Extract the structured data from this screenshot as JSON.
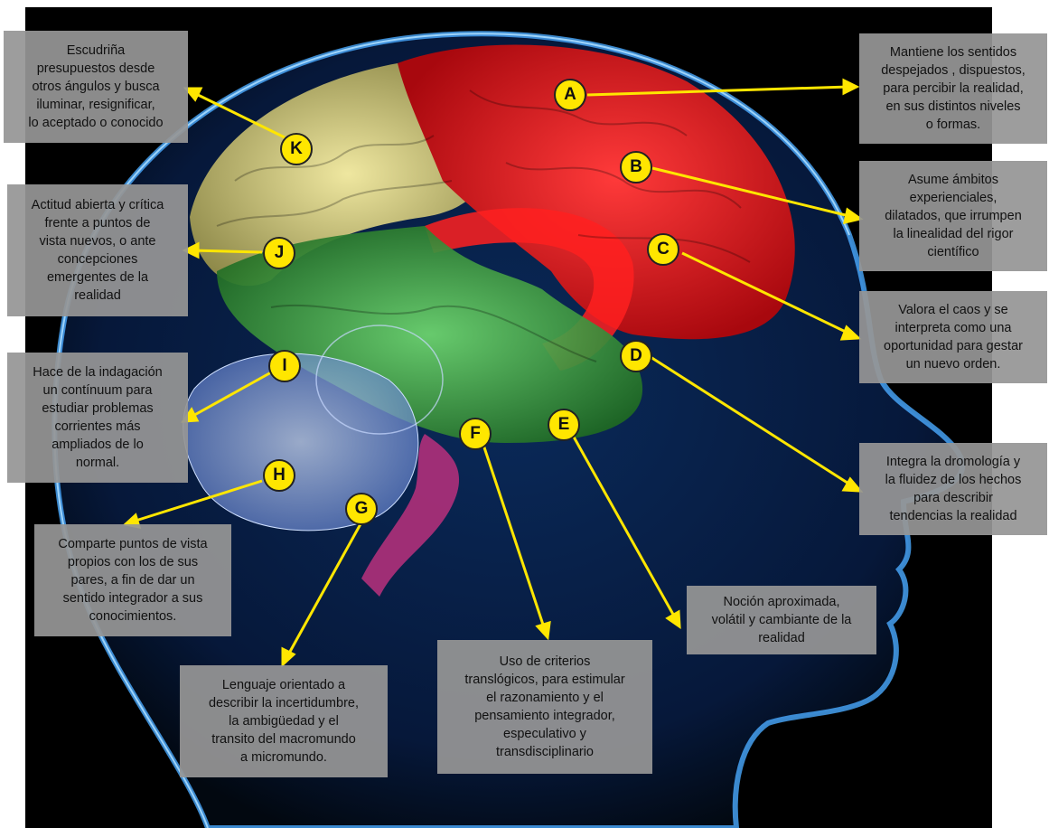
{
  "colors": {
    "background": "#000000",
    "arrow": "#ffe600",
    "badge_fill": "#ffe600",
    "note_fill": "#969696",
    "head_glow": "#3aa7ff",
    "lobe_red": "#e0141a",
    "lobe_yellow": "#d8cf7a",
    "lobe_green": "#3fa83f",
    "cerebellum": "#a9c4ff",
    "brainstem": "#b0307a"
  },
  "notes": [
    {
      "id": "A",
      "lines": [
        "Mantiene los sentidos",
        "despejados , dispuestos,",
        "para percibir la realidad,",
        "en sus distintos niveles",
        "o formas."
      ]
    },
    {
      "id": "B",
      "lines": [
        "Asume ámbitos",
        "experienciales,",
        "dilatados, que irrumpen",
        "la linealidad del rigor",
        "científico"
      ]
    },
    {
      "id": "C",
      "lines": [
        "Valora el caos y se",
        "interpreta como una",
        "oportunidad para gestar",
        "un nuevo orden."
      ]
    },
    {
      "id": "D",
      "lines": [
        "Integra la dromología y",
        "la fluidez de los hechos",
        "para describir",
        "tendencias la realidad"
      ]
    },
    {
      "id": "E",
      "lines": [
        "Noción aproximada,",
        "volátil y cambiante de la",
        "realidad"
      ]
    },
    {
      "id": "F",
      "lines": [
        "Uso de criterios",
        "translógicos, para estimular",
        "el razonamiento y el",
        "pensamiento integrador,",
        "especulativo y",
        "transdisciplinario"
      ]
    },
    {
      "id": "G",
      "lines": [
        "Lenguaje orientado a",
        "describir la incertidumbre,",
        "la ambigüedad y el",
        "transito del macromundo",
        "a micromundo."
      ]
    },
    {
      "id": "H",
      "lines": [
        "Comparte puntos de vista",
        "propios con los de sus",
        "pares, a fin de dar un",
        "sentido integrador a sus",
        "conocimientos."
      ]
    },
    {
      "id": "I",
      "lines": [
        "Hace de la indagación",
        "un contínuum  para",
        "estudiar problemas",
        "corrientes más",
        "ampliados de lo",
        "normal."
      ]
    },
    {
      "id": "J",
      "lines": [
        "Actitud abierta y crítica",
        "frente a puntos de",
        "vista nuevos,  o ante",
        "concepciones",
        "emergentes de la",
        "realidad"
      ]
    },
    {
      "id": "K",
      "lines": [
        "Escudriña",
        "presupuestos desde",
        "otros ángulos y busca",
        "iluminar, resignificar,",
        "lo aceptado o conocido"
      ]
    }
  ],
  "badges": [
    {
      "label": "A"
    },
    {
      "label": "B"
    },
    {
      "label": "C"
    },
    {
      "label": "D"
    },
    {
      "label": "E"
    },
    {
      "label": "F"
    },
    {
      "label": "G"
    },
    {
      "label": "H"
    },
    {
      "label": "I"
    },
    {
      "label": "J"
    },
    {
      "label": "K"
    }
  ]
}
